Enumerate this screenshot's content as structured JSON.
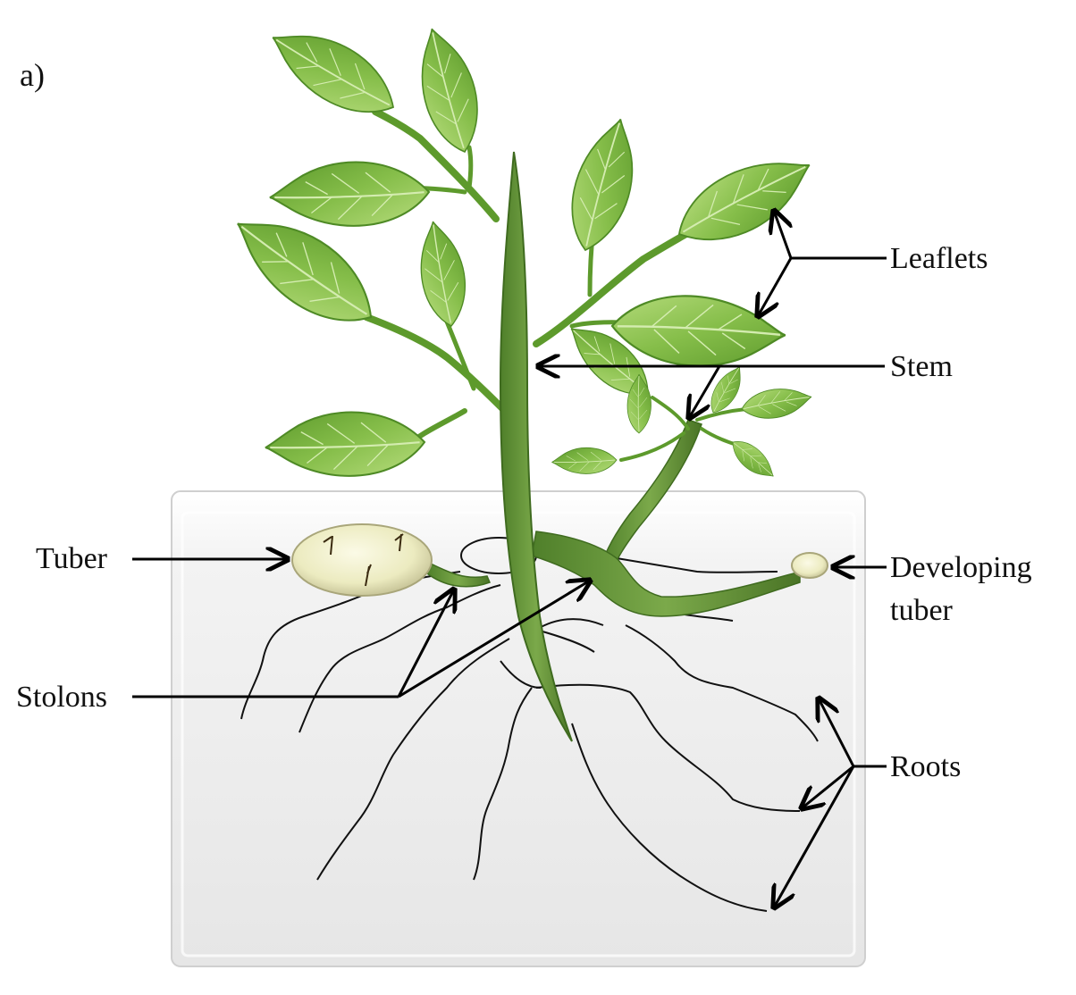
{
  "figure": {
    "panel_label": "a)"
  },
  "labels": {
    "leaflets": "Leaflets",
    "stem": "Stem",
    "tuber": "Tuber",
    "developing_tuber_line1": "Developing",
    "developing_tuber_line2": "tuber",
    "stolons": "Stolons",
    "roots": "Roots"
  },
  "colors": {
    "leaf": "#7cb342",
    "leaf_light": "#aed581",
    "stem": "#558b2f",
    "tuber": "#efedc4",
    "soil": "#efefef",
    "root": "#111111",
    "arrow": "#000000"
  }
}
